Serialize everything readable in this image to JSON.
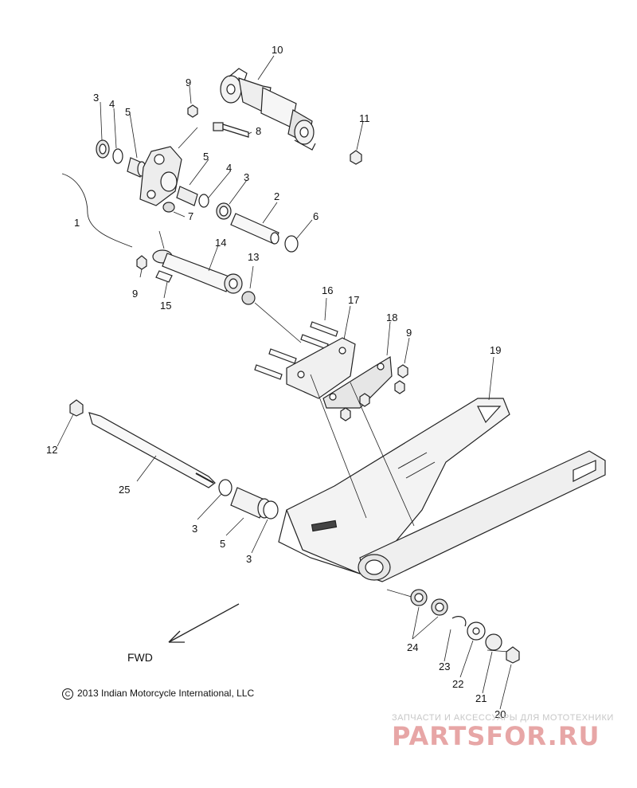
{
  "diagram": {
    "labels": {
      "p1": "1",
      "p2": "2",
      "p3a": "3",
      "p3b": "3",
      "p3c": "3",
      "p3d": "3",
      "p4a": "4",
      "p4b": "4",
      "p5a": "5",
      "p5b": "5",
      "p5c": "5",
      "p6": "6",
      "p7": "7",
      "p8": "8",
      "p9a": "9",
      "p9b": "9",
      "p9c": "9",
      "p10": "10",
      "p11": "11",
      "p12": "12",
      "p13": "13",
      "p14": "14",
      "p15": "15",
      "p16": "16",
      "p17": "17",
      "p18": "18",
      "p19": "19",
      "p20": "20",
      "p21": "21",
      "p22": "22",
      "p23": "23",
      "p24": "24",
      "p25": "25"
    },
    "direction_label": "FWD",
    "copyright": "2013 Indian Motorcycle International, LLC",
    "copyright_symbol": "C"
  },
  "watermark": {
    "tagline": "ЗАПЧАСТИ И АКСЕССУАРЫ ДЛЯ МОТОТЕХНИКИ",
    "logo": "PARTSFOR.RU"
  }
}
